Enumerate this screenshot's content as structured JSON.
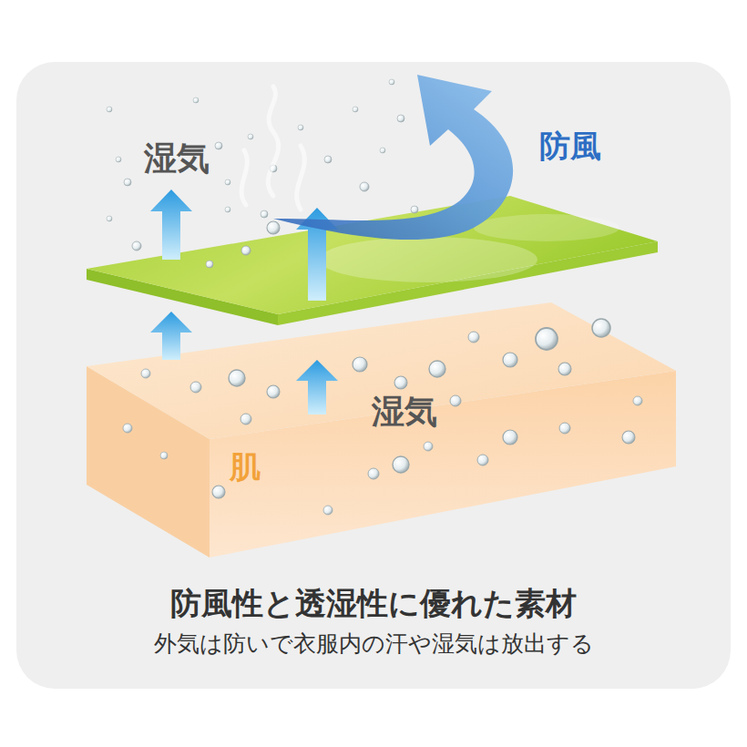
{
  "diagram": {
    "title": "防風性と透湿性に優れた素材",
    "caption": "外気は防いで衣服内の汗や湿気は放出する",
    "nodes": [
      {
        "text": [
          "肌"
        ]
      }
    ],
    "labels": [
      "湿気",
      "防風",
      "湿気"
    ]
  }
}
